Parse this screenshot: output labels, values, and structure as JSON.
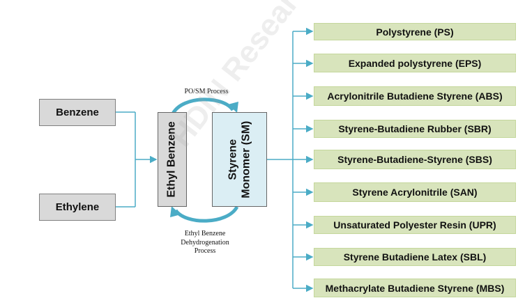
{
  "inputs": {
    "benzene": "Benzene",
    "ethylene": "Ethylene"
  },
  "intermediate": "Ethyl Benzene",
  "monomer": {
    "line1": "Styrene",
    "line2": "Monomer (SM)"
  },
  "processes": {
    "top": "PO/SM Process",
    "bottom_line1": "Ethyl Benzene",
    "bottom_line2": "Dehydrogenation",
    "bottom_line3": "Process"
  },
  "products": [
    "Polystyrene (PS)",
    "Expanded polystyrene (EPS)",
    "Acrylonitrile Butadiene Styrene (ABS)",
    "Styrene-Butadiene Rubber (SBR)",
    "Styrene-Butadiene-Styrene (SBS)",
    "Styrene Acrylonitrile (SAN)",
    "Unsaturated Polyester Resin (UPR)",
    "Styrene Butadiene Latex (SBL)",
    "Methacrylate Butadiene Styrene (MBS)"
  ],
  "watermark": "HDIN Research",
  "colors": {
    "arrow": "#4bacc6",
    "input_fill": "#d9d9d9",
    "monomer_fill": "#dbeef4",
    "product_fill": "#d8e4bc"
  }
}
